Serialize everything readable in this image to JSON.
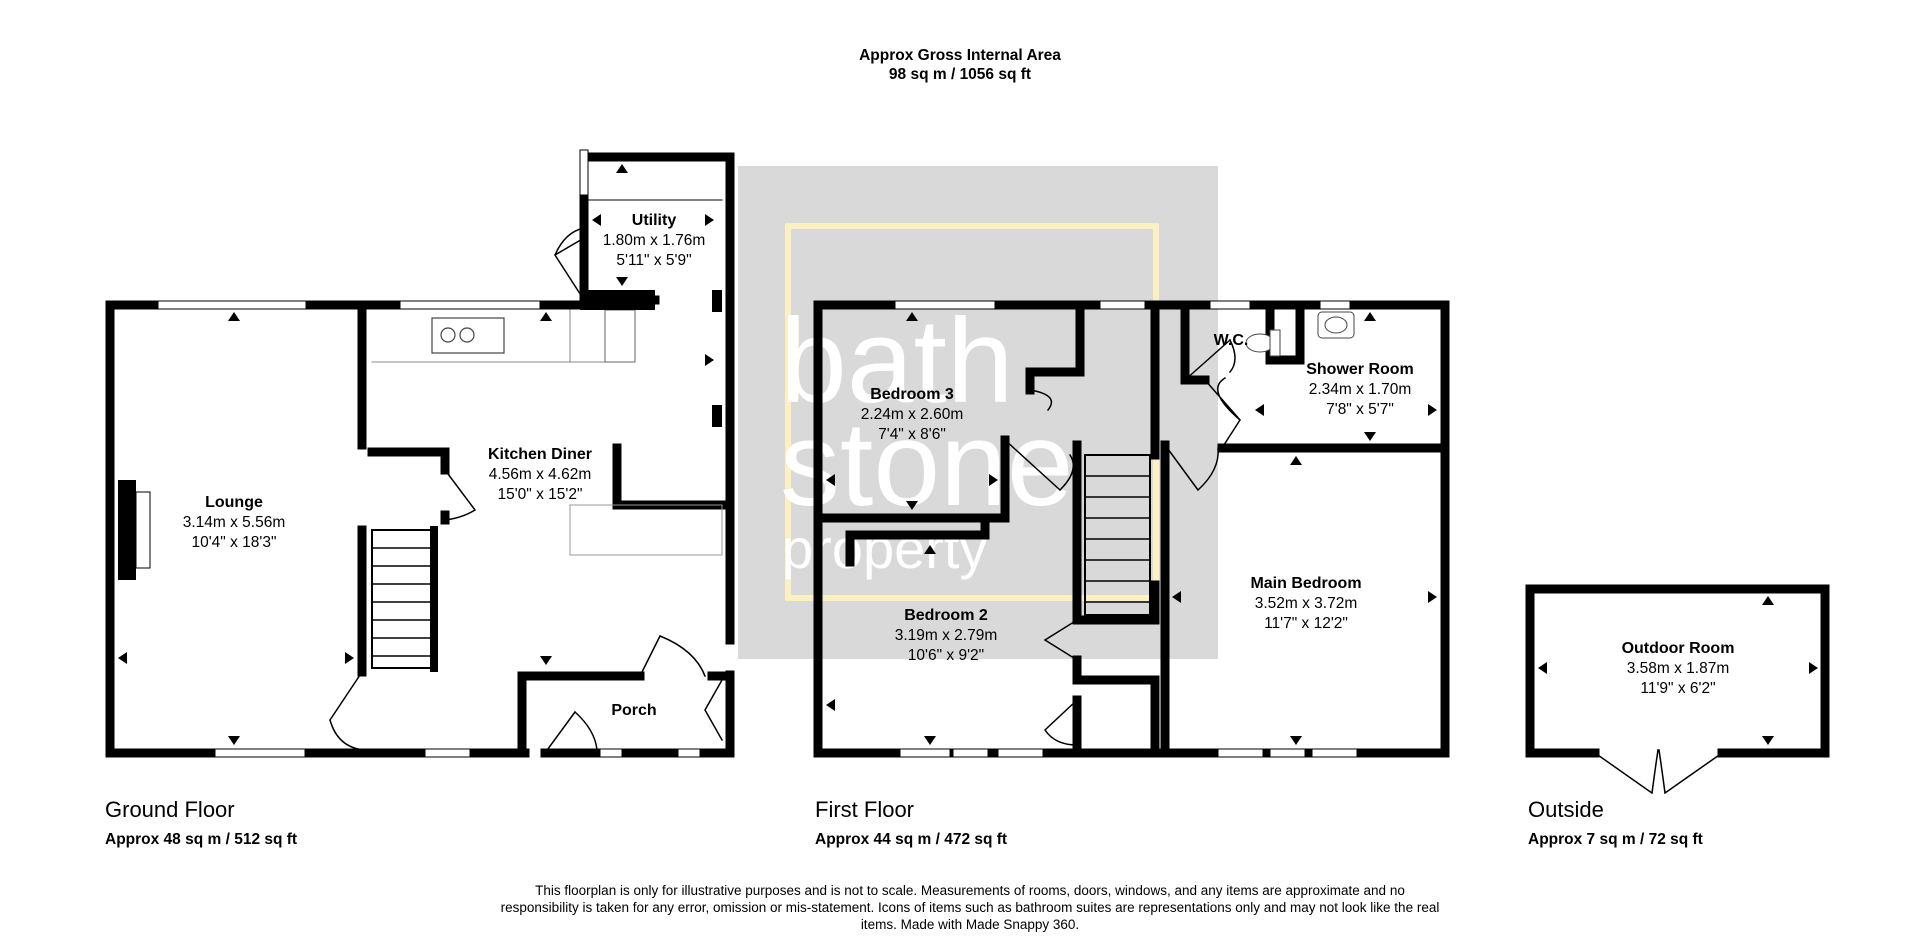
{
  "header": {
    "title": "Approx Gross Internal Area",
    "total_area": "98 sq m / 1056 sq ft"
  },
  "watermark": {
    "line1": "bath",
    "line2": "stone",
    "line3": "property",
    "box_color": "#d9d9d9",
    "frame_color": "#fcefc0"
  },
  "floors": [
    {
      "label": "Ground Floor",
      "area": "Approx 48 sq m / 512 sq ft"
    },
    {
      "label": "First Floor",
      "area": "Approx 44 sq m / 472 sq ft"
    },
    {
      "label": "Outside",
      "area": "Approx 7 sq m / 72 sq ft"
    }
  ],
  "rooms": {
    "utility": {
      "name": "Utility",
      "metric": "1.80m x 1.76m",
      "imperial": "5'11\" x 5'9\""
    },
    "lounge": {
      "name": "Lounge",
      "metric": "3.14m x 5.56m",
      "imperial": "10'4\" x 18'3\""
    },
    "kitchen": {
      "name": "Kitchen Diner",
      "metric": "4.56m x 4.62m",
      "imperial": "15'0\" x 15'2\""
    },
    "porch": {
      "name": "Porch"
    },
    "bedroom3": {
      "name": "Bedroom 3",
      "metric": "2.24m x 2.60m",
      "imperial": "7'4\" x 8'6\""
    },
    "bedroom2": {
      "name": "Bedroom 2",
      "metric": "3.19m x 2.79m",
      "imperial": "10'6\" x 9'2\""
    },
    "wc": {
      "name": "W.C."
    },
    "shower": {
      "name": "Shower Room",
      "metric": "2.34m x 1.70m",
      "imperial": "7'8\" x 5'7\""
    },
    "main_bedroom": {
      "name": "Main Bedroom",
      "metric": "3.52m x 3.72m",
      "imperial": "11'7\" x 12'2\""
    },
    "outdoor": {
      "name": "Outdoor Room",
      "metric": "3.58m x 1.87m",
      "imperial": "11'9\" x 6'2\""
    }
  },
  "disclaimer": "This floorplan is only for illustrative purposes and is not to scale. Measurements of rooms, doors, windows, and any items are approximate and no responsibility is taken for any error, omission or mis-statement. Icons of items such as bathroom suites are representations only and may not look like the real items. Made with Made Snappy 360."
}
